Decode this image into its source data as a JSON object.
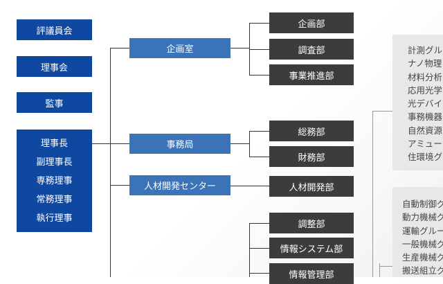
{
  "board": {
    "council": "評議員会",
    "directors_board": "理事会",
    "auditor": "監事",
    "executives": [
      "理事長",
      "副理事長",
      "専務理事",
      "常務理事",
      "執行理事"
    ]
  },
  "offices": {
    "planning_office": "企画室",
    "secretariat": "事務局",
    "hr_center": "人材開発センター"
  },
  "departments": {
    "planning": "企画部",
    "survey": "調査部",
    "business_promotion": "事業推進部",
    "general_affairs": "総務部",
    "finance": "財務部",
    "hr_development": "人材開発部",
    "coordination": "調整部",
    "information_systems": "情報システム部",
    "information_management": "情報管理部"
  },
  "groups_upper": [
    "計測グル",
    "ナノ物理",
    "材料分析",
    "応用光学",
    "光デバイ",
    "事務機器",
    "自然資源",
    "アミュー",
    "住環境グ"
  ],
  "groups_lower": [
    "自動制御グ",
    "動力機械グ",
    "運輸グルー",
    "一般機械グ",
    "生産機械グ",
    "搬送組立グ"
  ],
  "colors": {
    "board_box": "#0f48a0",
    "office_box": "#3a73b8",
    "department_box": "#3c3c3c",
    "group_panel": "#e8e8e8"
  }
}
